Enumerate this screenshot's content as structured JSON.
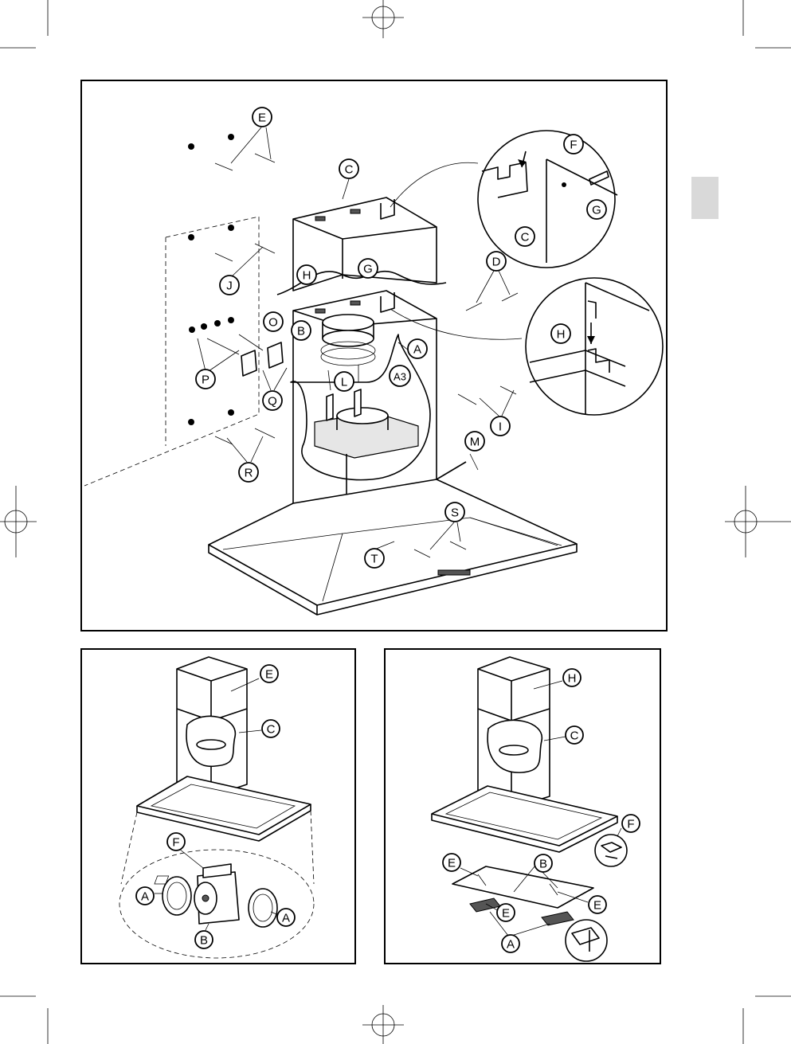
{
  "colors": {
    "line": "#000000",
    "background": "#ffffff",
    "page_tab": "#d9d9d9"
  },
  "panels": {
    "main": {
      "callouts": [
        {
          "id": "E1",
          "label": "E"
        },
        {
          "id": "C1",
          "label": "C"
        },
        {
          "id": "F1",
          "label": "F"
        },
        {
          "id": "G1",
          "label": "G"
        },
        {
          "id": "C2",
          "label": "C"
        },
        {
          "id": "G2",
          "label": "G"
        },
        {
          "id": "H1",
          "label": "H"
        },
        {
          "id": "J",
          "label": "J"
        },
        {
          "id": "D",
          "label": "D"
        },
        {
          "id": "H2",
          "label": "H"
        },
        {
          "id": "O",
          "label": "O"
        },
        {
          "id": "B1",
          "label": "B"
        },
        {
          "id": "A1",
          "label": "A"
        },
        {
          "id": "P",
          "label": "P"
        },
        {
          "id": "L",
          "label": "L"
        },
        {
          "id": "A3",
          "label": "A3"
        },
        {
          "id": "Q",
          "label": "Q"
        },
        {
          "id": "I",
          "label": "I"
        },
        {
          "id": "M",
          "label": "M"
        },
        {
          "id": "R",
          "label": "R"
        },
        {
          "id": "S",
          "label": "S"
        },
        {
          "id": "T",
          "label": "T"
        }
      ]
    },
    "bottom_left": {
      "callouts": [
        {
          "id": "E",
          "label": "E"
        },
        {
          "id": "C",
          "label": "C"
        },
        {
          "id": "F",
          "label": "F"
        },
        {
          "id": "A1",
          "label": "A"
        },
        {
          "id": "A2",
          "label": "A"
        },
        {
          "id": "B",
          "label": "B"
        }
      ]
    },
    "bottom_right": {
      "callouts": [
        {
          "id": "H",
          "label": "H"
        },
        {
          "id": "C",
          "label": "C"
        },
        {
          "id": "F",
          "label": "F"
        },
        {
          "id": "E1",
          "label": "E"
        },
        {
          "id": "B",
          "label": "B"
        },
        {
          "id": "E2",
          "label": "E"
        },
        {
          "id": "E3",
          "label": "E"
        },
        {
          "id": "A",
          "label": "A"
        }
      ]
    }
  }
}
